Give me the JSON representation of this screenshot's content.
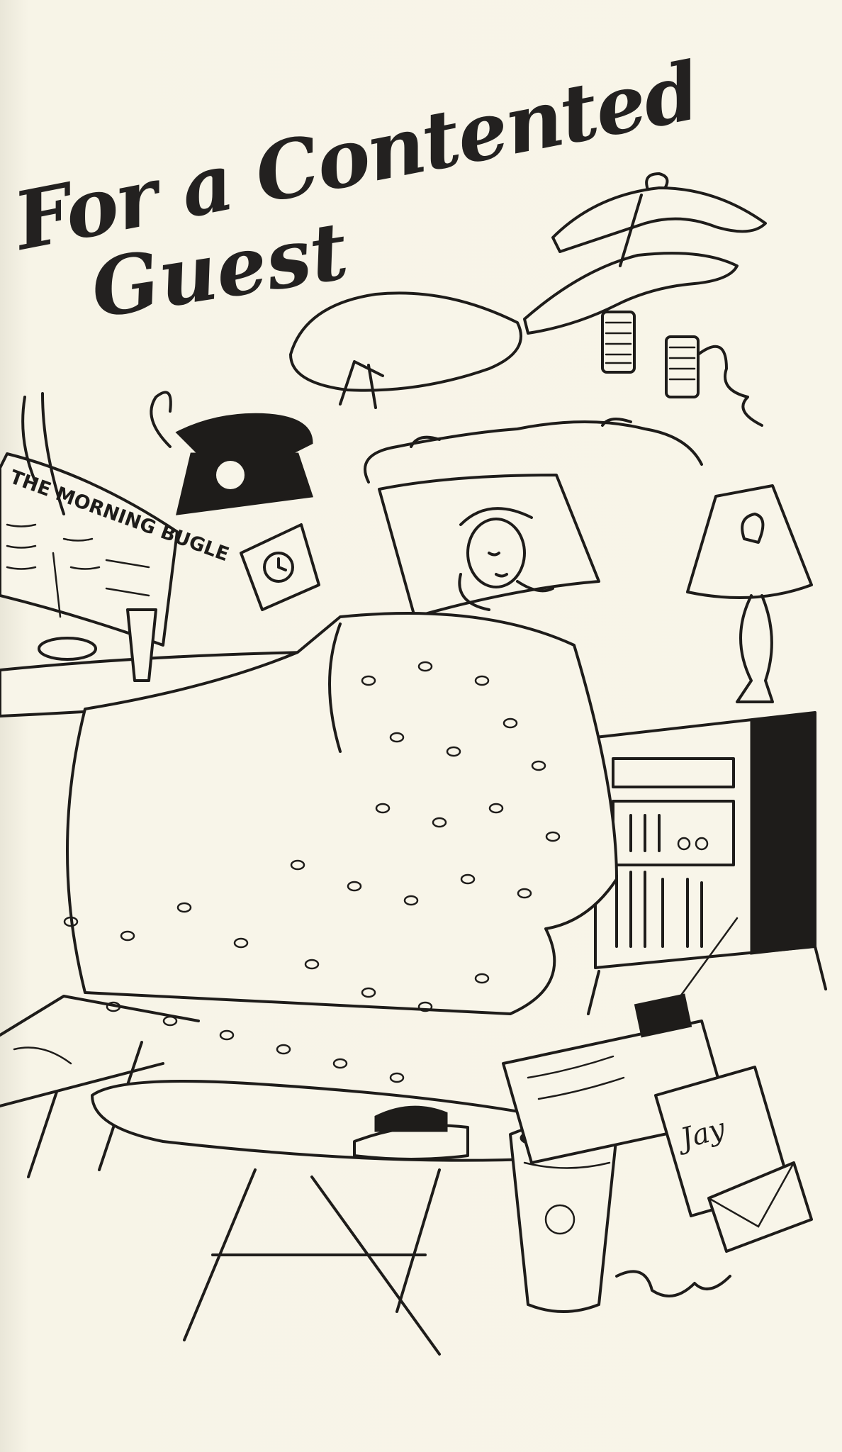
{
  "title": {
    "line1": "For a Contented",
    "line2": "Guest"
  },
  "newspaper": {
    "masthead": "THE MORNING BUGLE"
  },
  "note": {
    "signature": "Jay"
  },
  "colors": {
    "paper": "#f7f4e7",
    "ink": "#1e1c1a"
  }
}
